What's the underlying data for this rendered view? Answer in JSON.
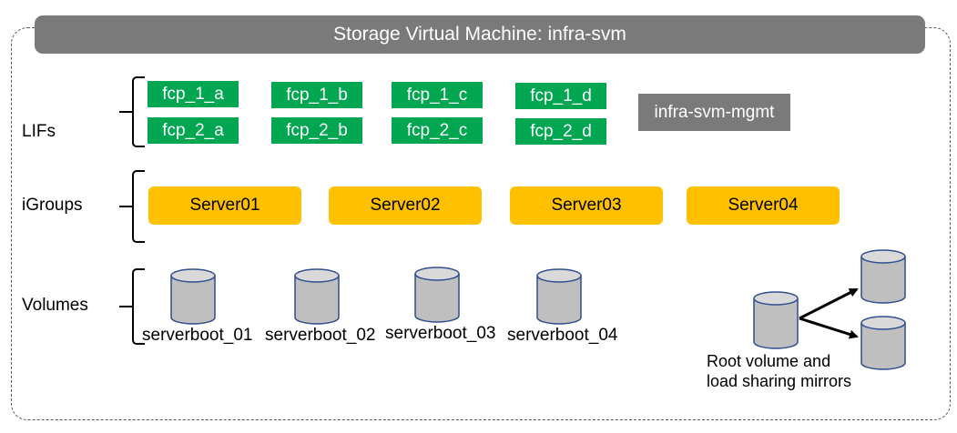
{
  "title": "Storage Virtual Machine: infra-svm",
  "rows": {
    "lifs": "LIFs",
    "igroups": "iGroups",
    "volumes": "Volumes"
  },
  "lifs_top": [
    "fcp_1_a",
    "fcp_1_b",
    "fcp_1_c",
    "fcp_1_d"
  ],
  "lifs_bottom": [
    "fcp_2_a",
    "fcp_2_b",
    "fcp_2_c",
    "fcp_2_d"
  ],
  "mgmt_lif": "infra-svm-mgmt",
  "igroups": [
    "Server01",
    "Server02",
    "Server03",
    "Server04"
  ],
  "volumes": [
    "serverboot_01",
    "serverboot_02",
    "serverboot_03",
    "serverboot_04"
  ],
  "root_label_line1": "Root volume and",
  "root_label_line2": "load sharing mirrors",
  "colors": {
    "lif": "#00a650",
    "igroup": "#ffc000",
    "mgmt": "#7a7a7a",
    "cylinder": "#bfbfbf",
    "cylinder_stroke": "#2f4f8f"
  }
}
